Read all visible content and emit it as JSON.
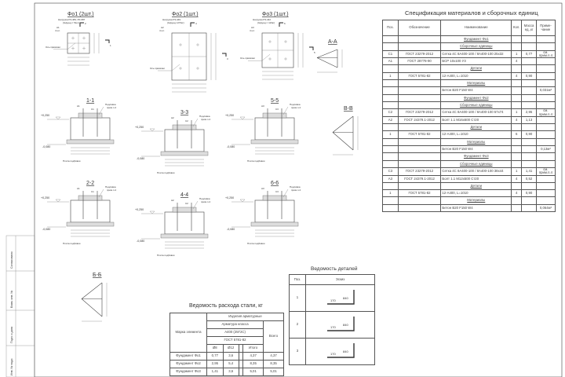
{
  "stamp": {
    "agreed": "Согласовано",
    "replaced": "Взам. инв. №",
    "sign_date": "Подп. и дата",
    "inv": "Инв. № подл."
  },
  "plans": [
    {
      "title": "Фо1 (2шт.)",
      "load": "Нагрузка Р3-483, Р0-687",
      "weight": "(Gфунд.= 51кг)",
      "anchor": "А1",
      "anchor_qty": "4 шт.",
      "axis": "Ось привязки",
      "cut_a": "1",
      "cut_b": "2"
    },
    {
      "title": "Фо2 (1шт.)",
      "load": "Нагрузка Р3-449",
      "weight": "(Gфунд.=270кг)",
      "anchor": "А2",
      "anchor_qty": "4 шт.",
      "axis": "Ось привязки",
      "cut_a": "3",
      "cut_b": "4"
    },
    {
      "title": "Фо3 (1шт.)",
      "load": "Нагрузка Р3-442",
      "weight": "(Gфунд.= 116кг)",
      "anchor": "А3",
      "anchor_qty": "4 шт.",
      "axis": "Ось привязки",
      "cut_a": "5",
      "cut_b": "6"
    }
  ],
  "sections": [
    {
      "title": "1-1",
      "mark_top": "+0,250",
      "mark_bot": "-0,080",
      "grout": "Подливка",
      "note": "прим.п.4",
      "slab": "Плита подбивки",
      "anchor": "А1",
      "mesh": "С1"
    },
    {
      "title": "3-3",
      "mark_top": "+0,250",
      "mark_bot": "-0,080",
      "grout": "Подливка",
      "note": "прим.п.4",
      "slab": "Плита подбивки",
      "anchor": "А2",
      "mesh": "С2"
    },
    {
      "title": "5-5",
      "mark_top": "+0,250",
      "mark_bot": "-0,080",
      "grout": "Подливка",
      "note": "прим.п.4",
      "slab": "Плита подбивки",
      "anchor": "А3",
      "mesh": "С3"
    },
    {
      "title": "2-2",
      "mark_top": "+0,250",
      "mark_bot": "-0,080",
      "grout": "Подливка",
      "note": "прим.п.4",
      "slab": "Плита подбивки",
      "anchor": "А1",
      "mesh": "С1"
    },
    {
      "title": "4-4",
      "mark_top": "+0,250",
      "mark_bot": "-0,080",
      "grout": "Подливка",
      "note": "прим.п.4",
      "slab": "Плита подбивки",
      "anchor": "А2",
      "mesh": "С2"
    },
    {
      "title": "6-6",
      "mark_top": "+0,250",
      "mark_bot": "-0,080",
      "grout": "Подливка",
      "note": "прим.п.4",
      "slab": "Плита подбивки",
      "anchor": "А3",
      "mesh": "С3"
    }
  ],
  "views": {
    "aa": "А-А",
    "vv": "В-В",
    "bb": "Б-Б"
  },
  "spec": {
    "title": "Спецификация материалов и сборочных единиц",
    "headers": [
      "Поз.",
      "Обозначение",
      "Наименование",
      "Кол.",
      "Масса ед.,кг",
      "Приме-чание"
    ],
    "rows": [
      {
        "sec": "Фундамент Фо1"
      },
      {
        "sec": "Сборочные единицы"
      },
      {
        "c": [
          "С1",
          "ГОСТ 23279-2012",
          "Сетка 4С 8А400-100 / 8А400-100 25х32",
          "1",
          "0,77",
          "см. прим.п.4"
        ]
      },
      {
        "c": [
          "А1",
          "ГОСТ 28778-90",
          "БСР 10х100 У3",
          "4",
          "",
          ""
        ]
      },
      {
        "sec": "Детали"
      },
      {
        "c": [
          "1",
          "ГОСТ 5781-82",
          "12-А400, L=1010",
          "4",
          "0,90",
          ""
        ]
      },
      {
        "sec": "Материалы"
      },
      {
        "c": [
          "",
          "",
          "Бетон B20 F150 W4",
          "",
          "",
          "0,031м³"
        ]
      },
      {
        "sec": "Фундамент Фо2"
      },
      {
        "sec": "Сборочные единицы"
      },
      {
        "c": [
          "С2",
          "ГОСТ 23279-2012",
          "Сетка 4С 8А400-100 / 8А400-100 67х74",
          "1",
          "2,95",
          "см. прим.п.4"
        ]
      },
      {
        "c": [
          "А2",
          "ГОСТ 24379.1-2012",
          "Болт 1.1 М16х600 Ст20",
          "4",
          "1,13",
          ""
        ]
      },
      {
        "sec": "Детали"
      },
      {
        "c": [
          "1",
          "ГОСТ 5781-82",
          "12-А400, L=1010",
          "6",
          "0,90",
          ""
        ]
      },
      {
        "sec": "Материалы"
      },
      {
        "c": [
          "",
          "",
          "Бетон B20 F150 W4",
          "",
          "",
          "0,13м³"
        ]
      },
      {
        "sec": "Фундамент Фо3"
      },
      {
        "sec": "Сборочные единицы"
      },
      {
        "c": [
          "С3",
          "ГОСТ 23279-2012",
          "Сетка 4С 8А400-100 / 8А400-100 38х44",
          "1",
          "1,41",
          "см. прим.п.4"
        ]
      },
      {
        "c": [
          "А3",
          "ГОСТ 24379.1-2012",
          "Болт 1.1 М12х500 Ст20",
          "4",
          "0,52",
          ""
        ]
      },
      {
        "sec": "Детали"
      },
      {
        "c": [
          "1",
          "ГОСТ 5781-82",
          "12-А400, L=1010",
          "4",
          "0,90",
          ""
        ]
      },
      {
        "sec": "Материалы"
      },
      {
        "c": [
          "",
          "",
          "Бетон B20 F150 W4",
          "",
          "",
          "0,064м³"
        ]
      }
    ]
  },
  "steel": {
    "title": "Ведомость расхода стали, кг",
    "mark_header": "Марка элемента",
    "group": "Изделия арматурные",
    "class": "Арматура класса",
    "grade": "А400 (25Г2С)",
    "gost": "ГОСТ 5781-82",
    "total": "Всего",
    "cols": [
      "Ø8",
      "Ø12",
      "",
      "Итого"
    ],
    "rows": [
      {
        "name": "Фундамент Фо1",
        "v": [
          "0,77",
          "3,6",
          "",
          "4,37"
        ],
        "total": "4,37"
      },
      {
        "name": "Фундамент Фо2",
        "v": [
          "2,95",
          "5,4",
          "",
          "8,35"
        ],
        "total": "8,35"
      },
      {
        "name": "Фундамент Фо3",
        "v": [
          "1,41",
          "3,6",
          "",
          "5,01"
        ],
        "total": "5,01"
      }
    ]
  },
  "details": {
    "title": "Ведомость деталей",
    "headers": [
      "Поз.",
      "Эскиз"
    ],
    "rows": [
      {
        "pos": "1",
        "dim_a": "170",
        "dim_b": "840"
      },
      {
        "pos": "2",
        "dim_a": "170",
        "dim_b": "840"
      },
      {
        "pos": "3",
        "dim_a": "170",
        "dim_b": "840"
      }
    ]
  }
}
